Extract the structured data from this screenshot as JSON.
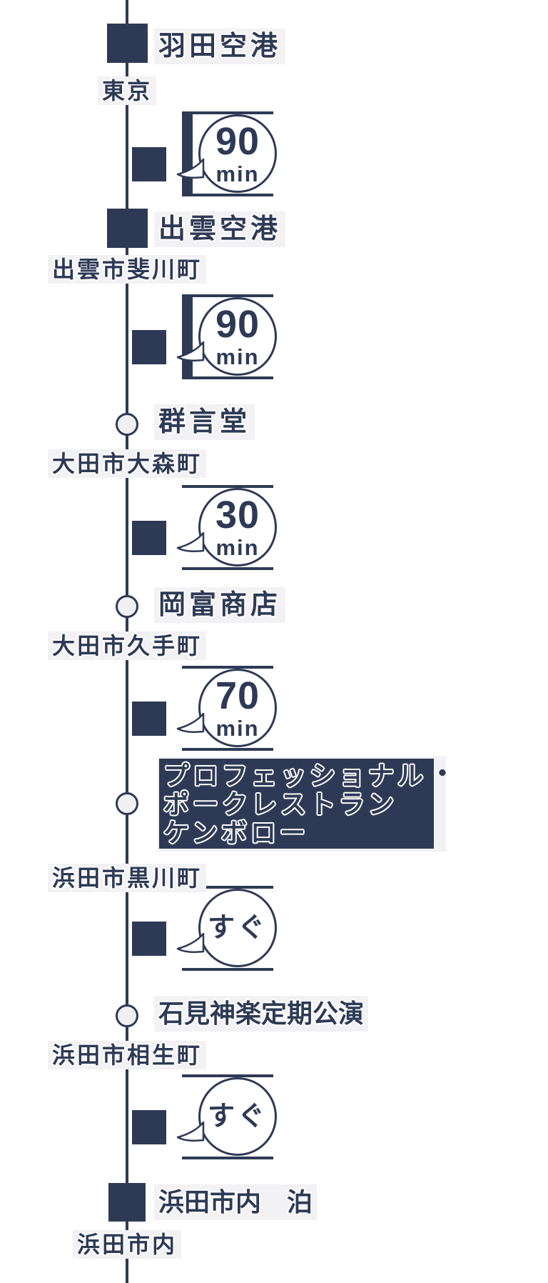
{
  "palette": {
    "navy": "#2e3a55",
    "label_bg": "#f2f2f4",
    "marker_fill": "#f0f0f3",
    "bubble_fill": "#ffffff"
  },
  "itinerary": {
    "stops": [
      {
        "name": "羽田空港",
        "location": "東京",
        "marker": "square"
      },
      {
        "name": "出雲空港",
        "location": "出雲市斐川町",
        "marker": "square"
      },
      {
        "name": "群言堂",
        "location": "大田市大森町",
        "marker": "circle"
      },
      {
        "name": "岡富商店",
        "location": "大田市久手町",
        "marker": "circle"
      },
      {
        "name_line1": "プロフェッショナル",
        "bullet": "・",
        "name_line2": "ポークレストラン",
        "name_line3": "ケンボロー",
        "location": "浜田市黒川町",
        "marker": "circle",
        "highlighted": true
      },
      {
        "name": "石見神楽定期公演",
        "location": "浜田市相生町",
        "marker": "circle"
      },
      {
        "name": "浜田市内　泊",
        "location": "浜田市内",
        "marker": "square"
      }
    ],
    "travels": [
      {
        "duration": "90",
        "unit": "min",
        "left_bar": true
      },
      {
        "duration": "90",
        "unit": "min",
        "left_bar": true
      },
      {
        "duration": "30",
        "unit": "min",
        "left_bar": false
      },
      {
        "duration": "70",
        "unit": "min",
        "left_bar": false
      },
      {
        "duration": "すぐ",
        "unit": "",
        "left_bar": false
      },
      {
        "duration": "すぐ",
        "unit": "",
        "left_bar": false
      }
    ]
  }
}
